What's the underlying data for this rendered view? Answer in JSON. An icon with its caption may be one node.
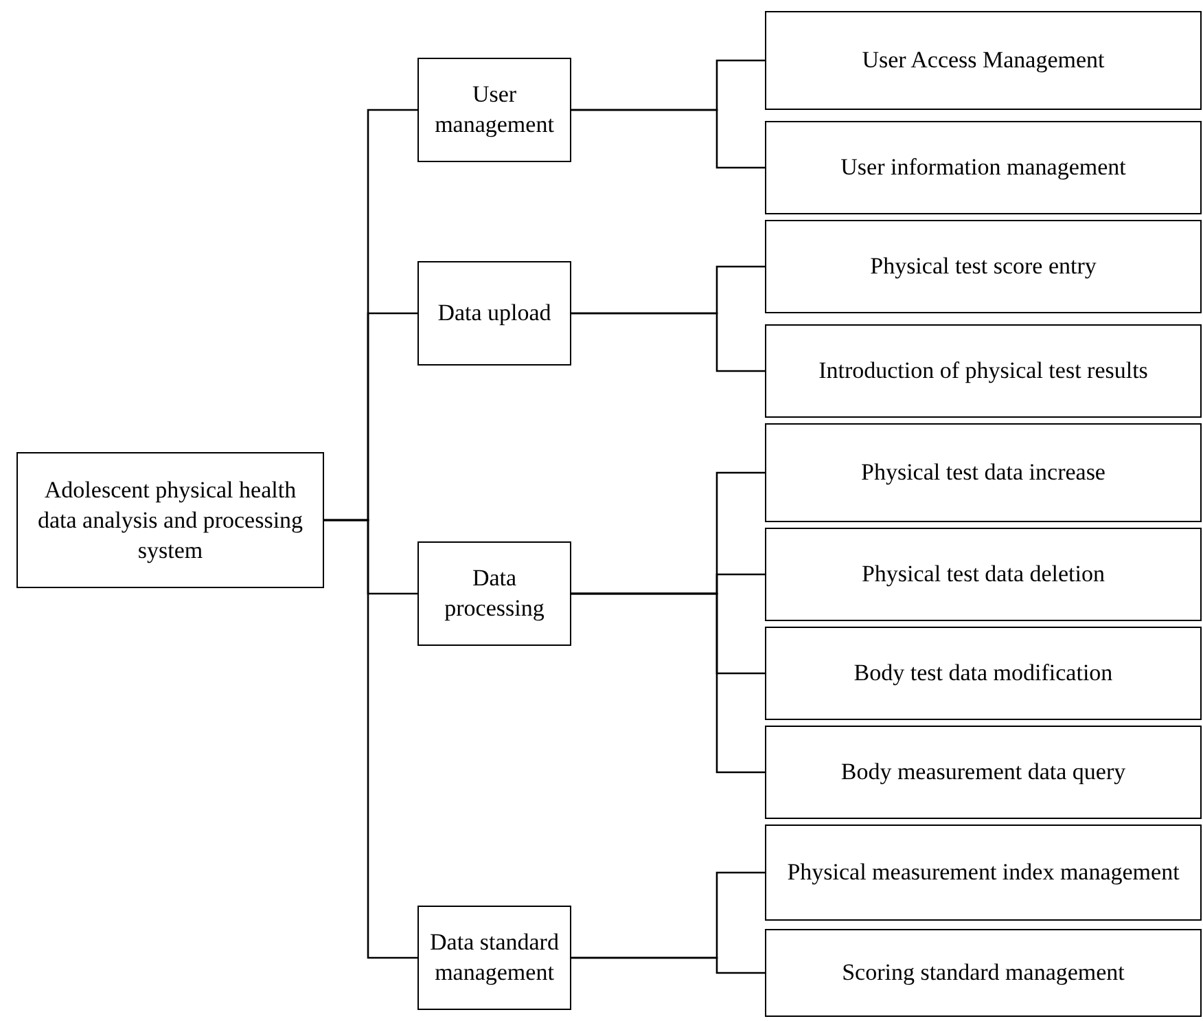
{
  "diagram": {
    "nodes": [
      {
        "text": [
          "Adolescent physical health data analysis and processing system"
        ]
      },
      {
        "text": [
          "User management"
        ]
      },
      {
        "text": [
          "User Access Management"
        ]
      },
      {
        "text": [
          "User information management"
        ]
      },
      {
        "text": [
          "Data upload"
        ]
      },
      {
        "text": [
          "Physical test score entry"
        ]
      },
      {
        "text": [
          "Introduction of physical test results"
        ]
      },
      {
        "text": [
          "Data processing"
        ]
      },
      {
        "text": [
          "Physical test data increase"
        ]
      },
      {
        "text": [
          "Physical test data deletion"
        ]
      },
      {
        "text": [
          "Body test data modification"
        ]
      },
      {
        "text": [
          "Body measurement data query"
        ]
      },
      {
        "text": [
          "Data standard management"
        ]
      },
      {
        "text": [
          "Physical measurement index management"
        ]
      },
      {
        "text": [
          "Scoring standard management"
        ]
      }
    ],
    "edges": [
      {
        "from": 0,
        "to": 1,
        "arrow": "none"
      },
      {
        "from": 0,
        "to": 4,
        "arrow": "none"
      },
      {
        "from": 0,
        "to": 7,
        "arrow": "none"
      },
      {
        "from": 0,
        "to": 12,
        "arrow": "none"
      },
      {
        "from": 1,
        "to": 2,
        "arrow": "none"
      },
      {
        "from": 1,
        "to": 3,
        "arrow": "none"
      },
      {
        "from": 4,
        "to": 5,
        "arrow": "none"
      },
      {
        "from": 4,
        "to": 6,
        "arrow": "none"
      },
      {
        "from": 7,
        "to": 8,
        "arrow": "none"
      },
      {
        "from": 7,
        "to": 9,
        "arrow": "none"
      },
      {
        "from": 7,
        "to": 10,
        "arrow": "none"
      },
      {
        "from": 7,
        "to": 11,
        "arrow": "none"
      },
      {
        "from": 12,
        "to": 13,
        "arrow": "none"
      },
      {
        "from": 12,
        "to": 14,
        "arrow": "none"
      }
    ]
  }
}
